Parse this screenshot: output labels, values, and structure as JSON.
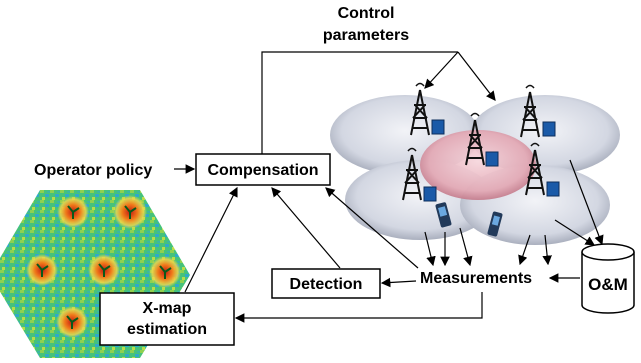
{
  "labels": {
    "control_line1": "Control",
    "control_line2": "parameters",
    "operator_policy": "Operator policy",
    "compensation": "Compensation",
    "detection": "Detection",
    "measurements": "Measurements",
    "oam": "O&M",
    "xmap_line1": "X-map",
    "xmap_line2": "estimation"
  },
  "colors": {
    "cell_fill": "#d5d9e3",
    "center_cell_fill": "#e3a8b4",
    "heatmap_base": "#3fbf70",
    "hotspot": "#d9261c",
    "box_border": "#000000"
  },
  "icons": {
    "base_station": "cell-tower-icon",
    "phone": "mobile-phone-icon",
    "database": "database-cylinder-icon",
    "user_marker": "user-marker-icon"
  }
}
